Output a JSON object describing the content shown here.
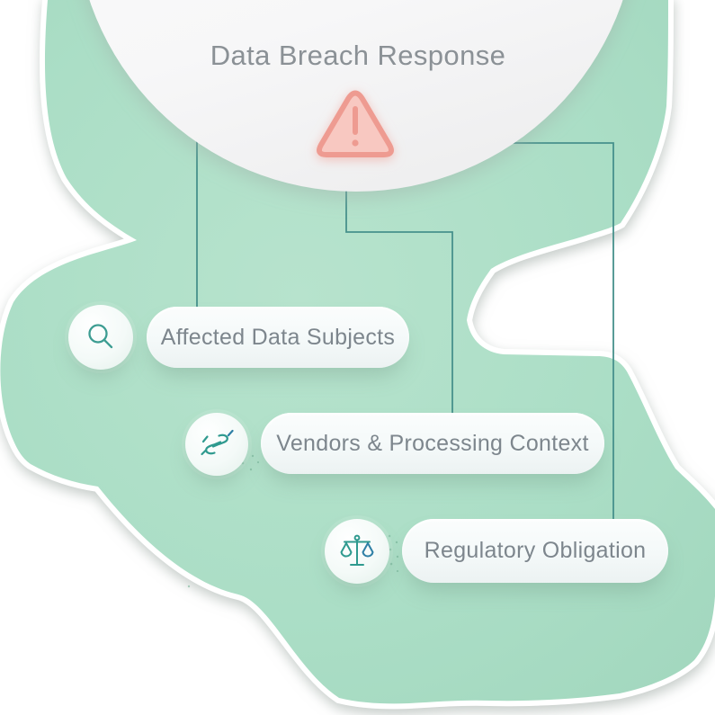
{
  "illustration": {
    "title": "Data Breach Response",
    "center_icon": "warning-triangle",
    "nodes": [
      {
        "icon": "search-icon",
        "label": "Affected Data Subjects"
      },
      {
        "icon": "handshake-icon",
        "label": "Vendors & Processing Context"
      },
      {
        "icon": "scales-icon",
        "label": "Regulatory Obligation"
      }
    ],
    "colors": {
      "blob_green": "#a9dcc3",
      "connector_teal": "#47918c",
      "warning_salmon_stroke": "#ee9b91",
      "warning_salmon_fill": "#f8c8c1",
      "title_text": "#8b9196",
      "node_text": "#7d868d",
      "icon_teal": "#2f9a8f",
      "icon_blue": "#2e7fa5"
    }
  }
}
